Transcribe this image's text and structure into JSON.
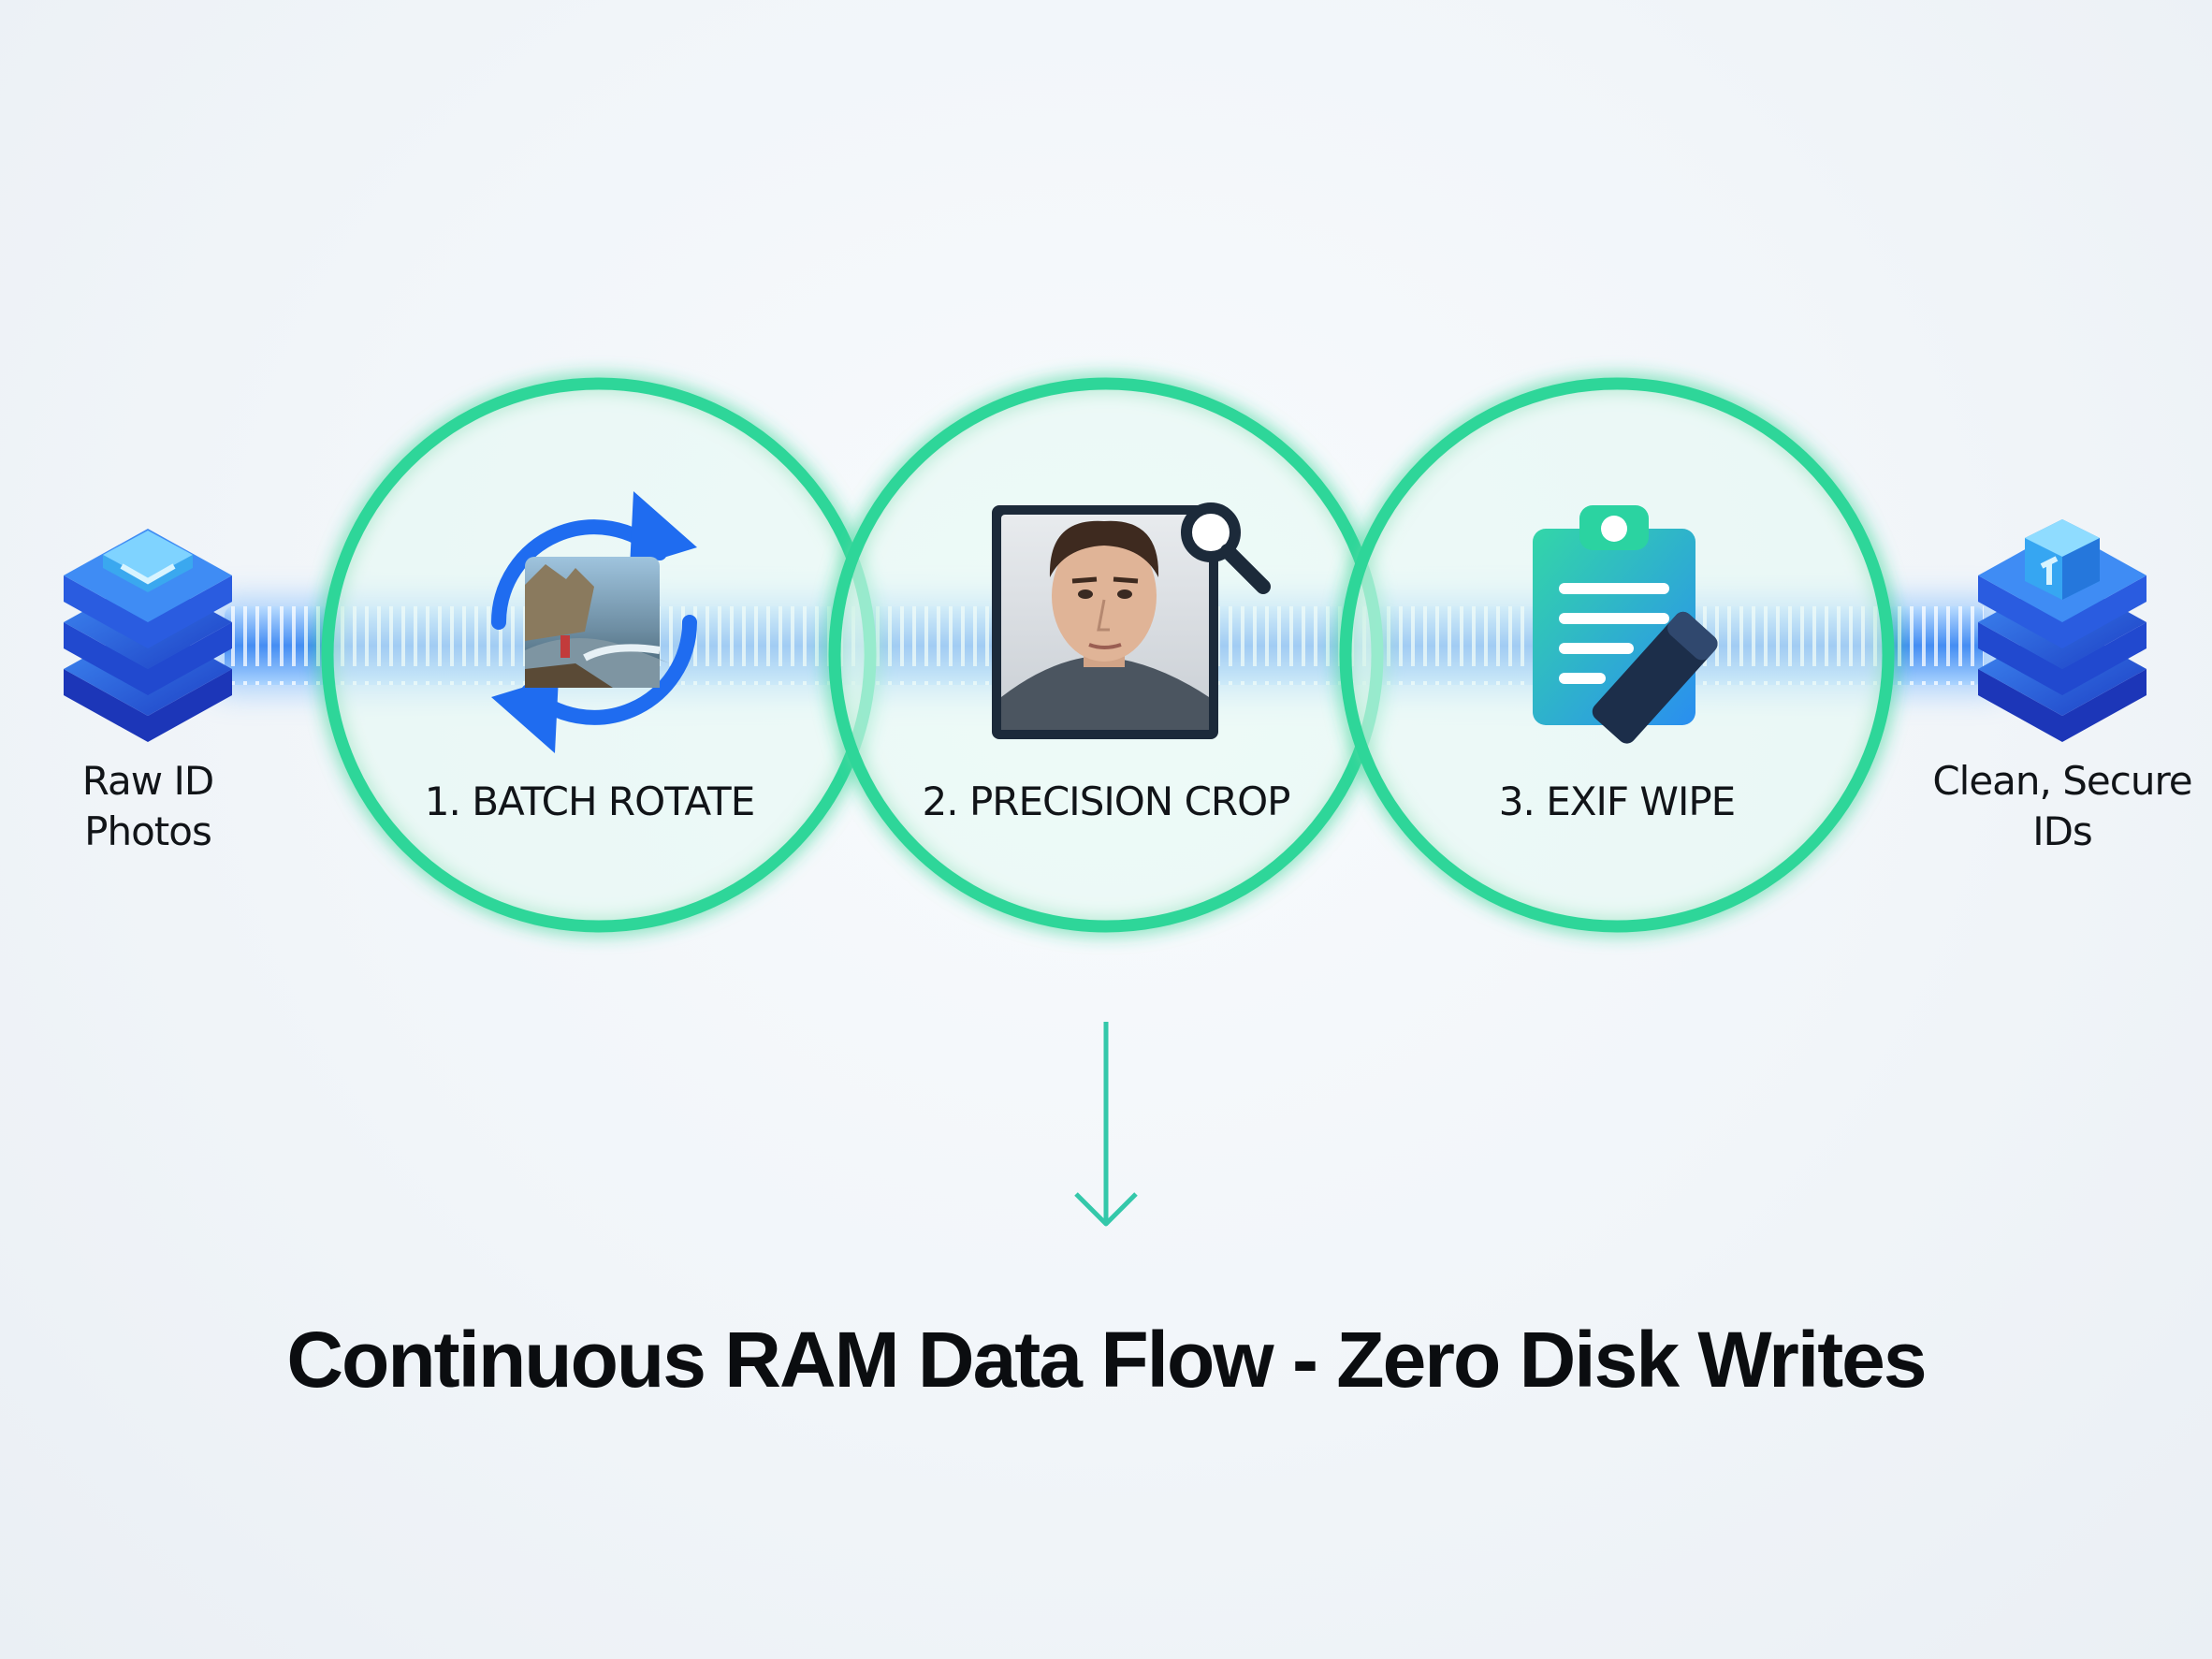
{
  "pipeline": {
    "source": {
      "line1": "Raw ID",
      "line2": "Photos",
      "icon": "layered-stack-icon"
    },
    "steps": [
      {
        "label": "1. BATCH ROTATE",
        "icon": "rotate-arrows-icon"
      },
      {
        "label": "2. PRECISION CROP",
        "icon": "portrait-magnifier-icon"
      },
      {
        "label": "3. EXIF WIPE",
        "icon": "clipboard-eraser-icon"
      }
    ],
    "destination": {
      "line1": "Clean, Secure",
      "line2": "IDs",
      "icon": "secure-stack-icon"
    }
  },
  "footer": {
    "title": "Continuous RAM Data Flow - Zero Disk Writes"
  },
  "colors": {
    "ring": "#2fd699",
    "flow": "#3a8cf5",
    "stack_blue": "#2459e0",
    "stack_light": "#43a4f5",
    "arrow": "#34c8aa",
    "text": "#111418"
  }
}
